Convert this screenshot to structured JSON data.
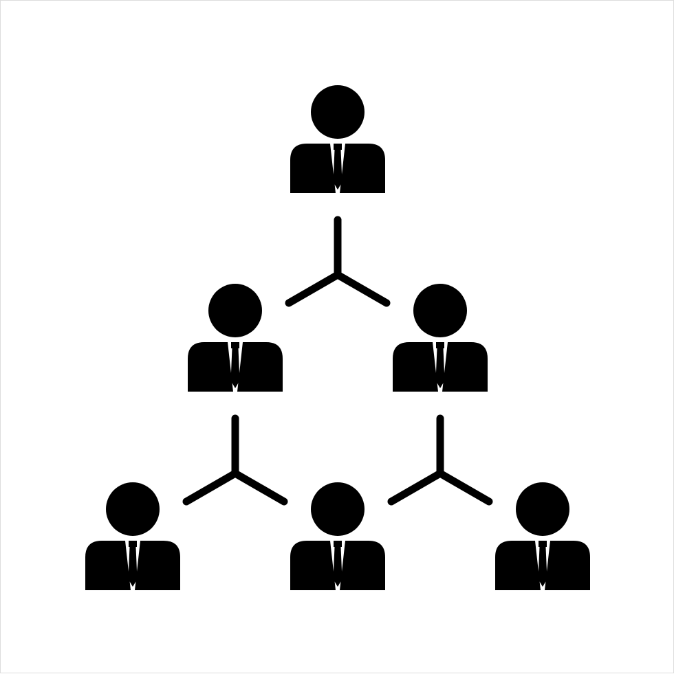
{
  "diagram": {
    "type": "hierarchy-pyramid",
    "colors": {
      "background": "#ffffff",
      "ink": "#000000",
      "border": "#dcdcdc"
    },
    "levels": [
      {
        "level": 1,
        "person_icons": [
          "person-icon"
        ]
      },
      {
        "level": 2,
        "person_icons": [
          "person-icon",
          "person-icon"
        ]
      },
      {
        "level": 3,
        "person_icons": [
          "person-icon",
          "person-icon",
          "person-icon"
        ]
      }
    ],
    "connectors": [
      {
        "icon": "branch-connector-icon",
        "from_level": 1,
        "to_level": 2
      },
      {
        "icon": "branch-connector-icon",
        "from_level": 2,
        "to_level": 3
      },
      {
        "icon": "branch-connector-icon",
        "from_level": 2,
        "to_level": 3
      }
    ]
  }
}
